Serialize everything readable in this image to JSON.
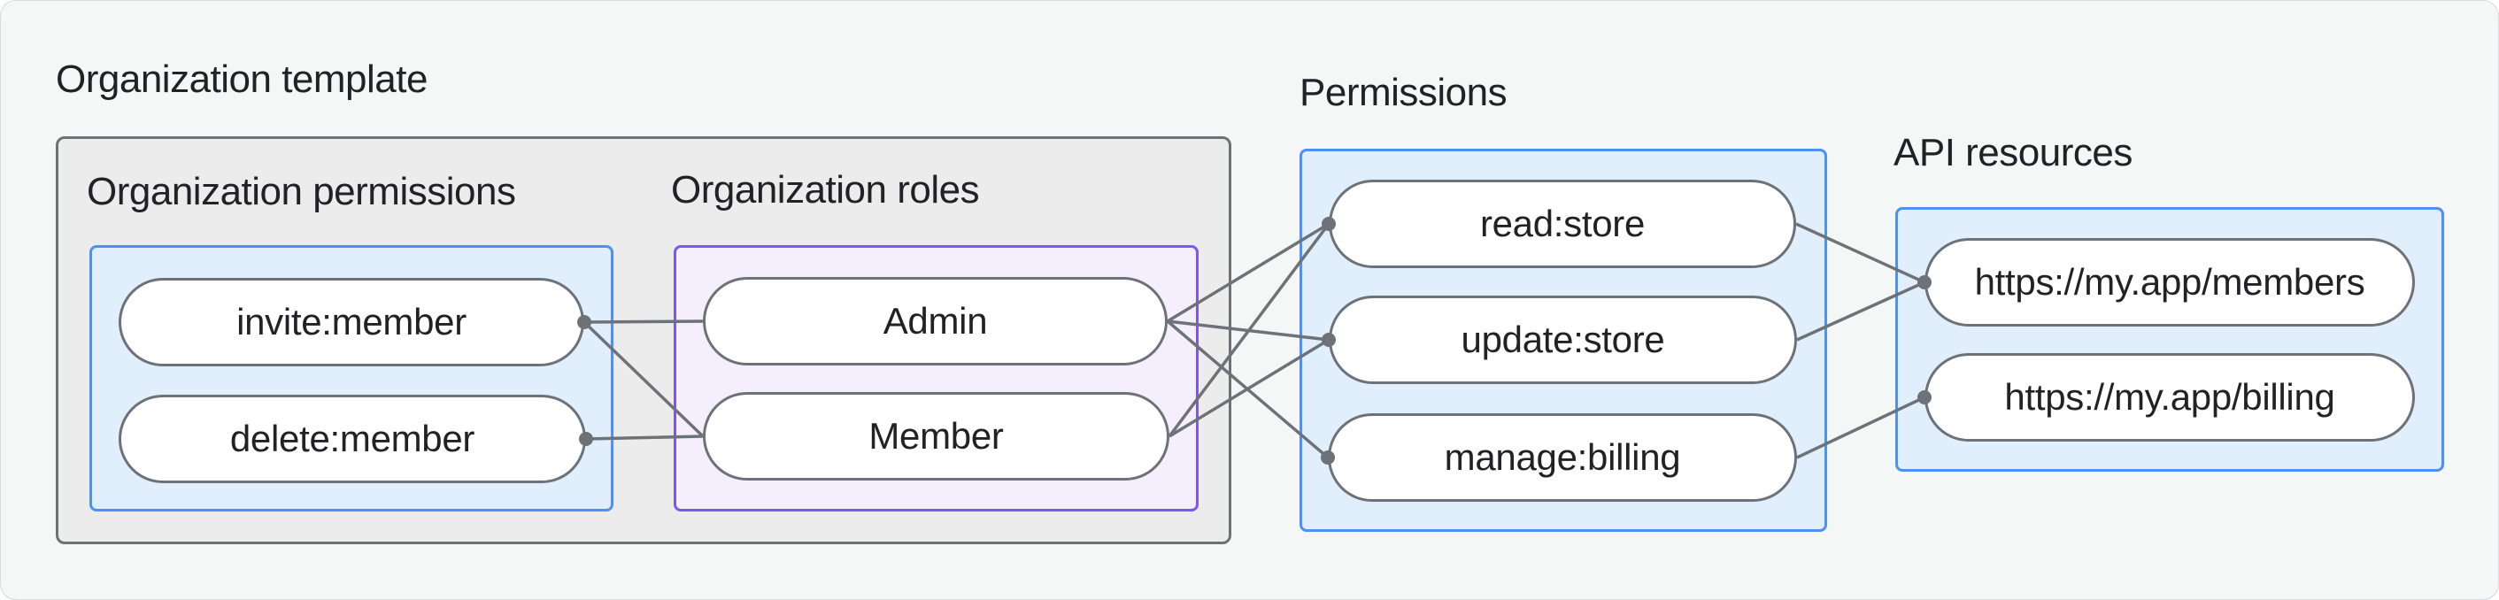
{
  "title": "Organization template",
  "labels": {
    "org_permissions": "Organization permissions",
    "org_roles": "Organization roles",
    "permissions": "Permissions",
    "api_resources": "API resources"
  },
  "nodes": {
    "invite": "invite:member",
    "delete": "delete:member",
    "admin": "Admin",
    "member": "Member",
    "read": "read:store",
    "update": "update:store",
    "manage": "manage:billing",
    "members_url": "https://my.app/members",
    "billing_url": "https://my.app/billing"
  },
  "edges": [
    [
      "invite",
      "admin"
    ],
    [
      "invite",
      "member"
    ],
    [
      "delete",
      "member"
    ],
    [
      "admin",
      "read"
    ],
    [
      "admin",
      "update"
    ],
    [
      "admin",
      "manage"
    ],
    [
      "member",
      "read"
    ],
    [
      "member",
      "update"
    ],
    [
      "read",
      "members_url"
    ],
    [
      "update",
      "members_url"
    ],
    [
      "manage",
      "billing_url"
    ]
  ],
  "colors": {
    "page_bg": "#f5f6f6",
    "gray_fill": "#ececec",
    "gray_border": "#6d7278",
    "blue_border": "#4b91f8",
    "blue_fill": "#e1eefc",
    "purple_border": "#7857f4",
    "purple_fill": "#f4eefd",
    "connector_line": "#6d7278",
    "text": "#212126"
  }
}
